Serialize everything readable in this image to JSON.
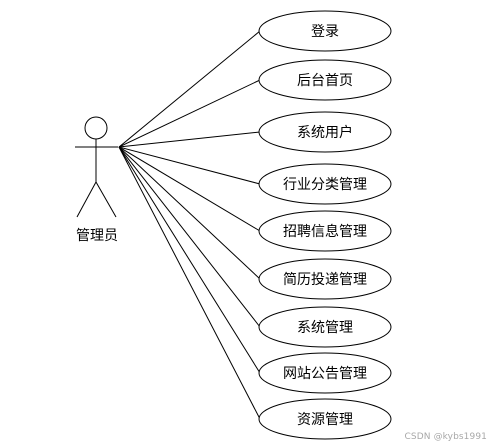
{
  "actor": {
    "label": "管理员"
  },
  "use_cases": [
    {
      "label": "登录"
    },
    {
      "label": "后台首页"
    },
    {
      "label": "系统用户"
    },
    {
      "label": "行业分类管理"
    },
    {
      "label": "招聘信息管理"
    },
    {
      "label": "简历投递管理"
    },
    {
      "label": "系统管理"
    },
    {
      "label": "网站公告管理"
    },
    {
      "label": "资源管理"
    }
  ],
  "watermark": "CSDN @kybs1991",
  "colors": {
    "stroke": "#000000",
    "background": "#ffffff",
    "watermark": "#a8a8a8"
  }
}
